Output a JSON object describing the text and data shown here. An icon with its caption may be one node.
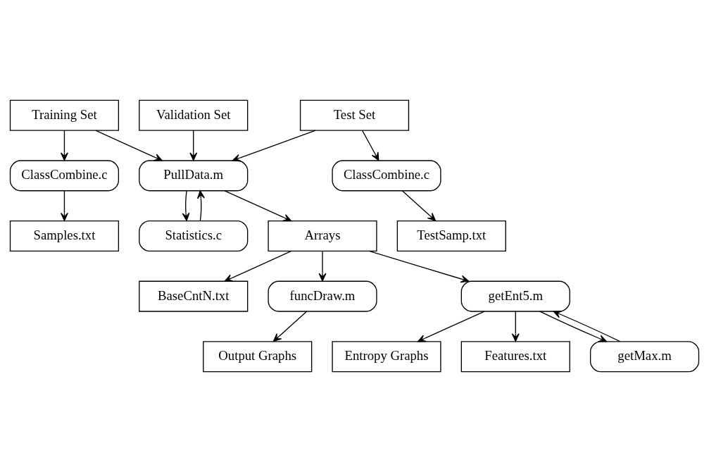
{
  "diagram": {
    "nodes": [
      {
        "text": [
          "Training Set"
        ]
      },
      {
        "text": [
          "Test Set"
        ]
      },
      {
        "text": [
          "Validation Set"
        ]
      },
      {
        "text": [
          "ClassCombine.c"
        ]
      },
      {
        "text": [
          "ClassCombine.c"
        ]
      },
      {
        "text": [
          "Samples.txt"
        ]
      },
      {
        "text": [
          "TestSamp.txt"
        ]
      },
      {
        "text": [
          "PullData.m"
        ]
      },
      {
        "text": [
          "Statistics.c"
        ]
      },
      {
        "text": [
          "Arrays"
        ]
      },
      {
        "text": [
          "BaseCntN.txt"
        ]
      },
      {
        "text": [
          "funcDraw.m"
        ]
      },
      {
        "text": [
          "Output Graphs"
        ]
      },
      {
        "text": [
          "getEnt5.m"
        ]
      },
      {
        "text": [
          "Entropy Graphs"
        ]
      },
      {
        "text": [
          "Features.txt"
        ]
      },
      {
        "text": [
          "getMax.m"
        ]
      }
    ],
    "edges": [
      {
        "from": 0,
        "to": 3,
        "arrow": "to"
      },
      {
        "from": 0,
        "to": 7,
        "arrow": "to"
      },
      {
        "from": 1,
        "to": 4,
        "arrow": "to"
      },
      {
        "from": 1,
        "to": 7,
        "arrow": "to"
      },
      {
        "from": 2,
        "to": 7,
        "arrow": "to"
      },
      {
        "from": 3,
        "to": 5,
        "arrow": "to"
      },
      {
        "from": 4,
        "to": 6,
        "arrow": "to"
      },
      {
        "from": 7,
        "to": 8,
        "arrow": "to"
      },
      {
        "from": 8,
        "to": 7,
        "arrow": "to"
      },
      {
        "from": 7,
        "to": 9,
        "arrow": "to"
      },
      {
        "from": 9,
        "to": 10,
        "arrow": "to"
      },
      {
        "from": 9,
        "to": 11,
        "arrow": "to"
      },
      {
        "from": 9,
        "to": 13,
        "arrow": "to"
      },
      {
        "from": 11,
        "to": 12,
        "arrow": "to"
      },
      {
        "from": 13,
        "to": 14,
        "arrow": "to"
      },
      {
        "from": 13,
        "to": 15,
        "arrow": "to"
      },
      {
        "from": 13,
        "to": 16,
        "arrow": "to"
      },
      {
        "from": 16,
        "to": 13,
        "arrow": "to"
      }
    ]
  }
}
